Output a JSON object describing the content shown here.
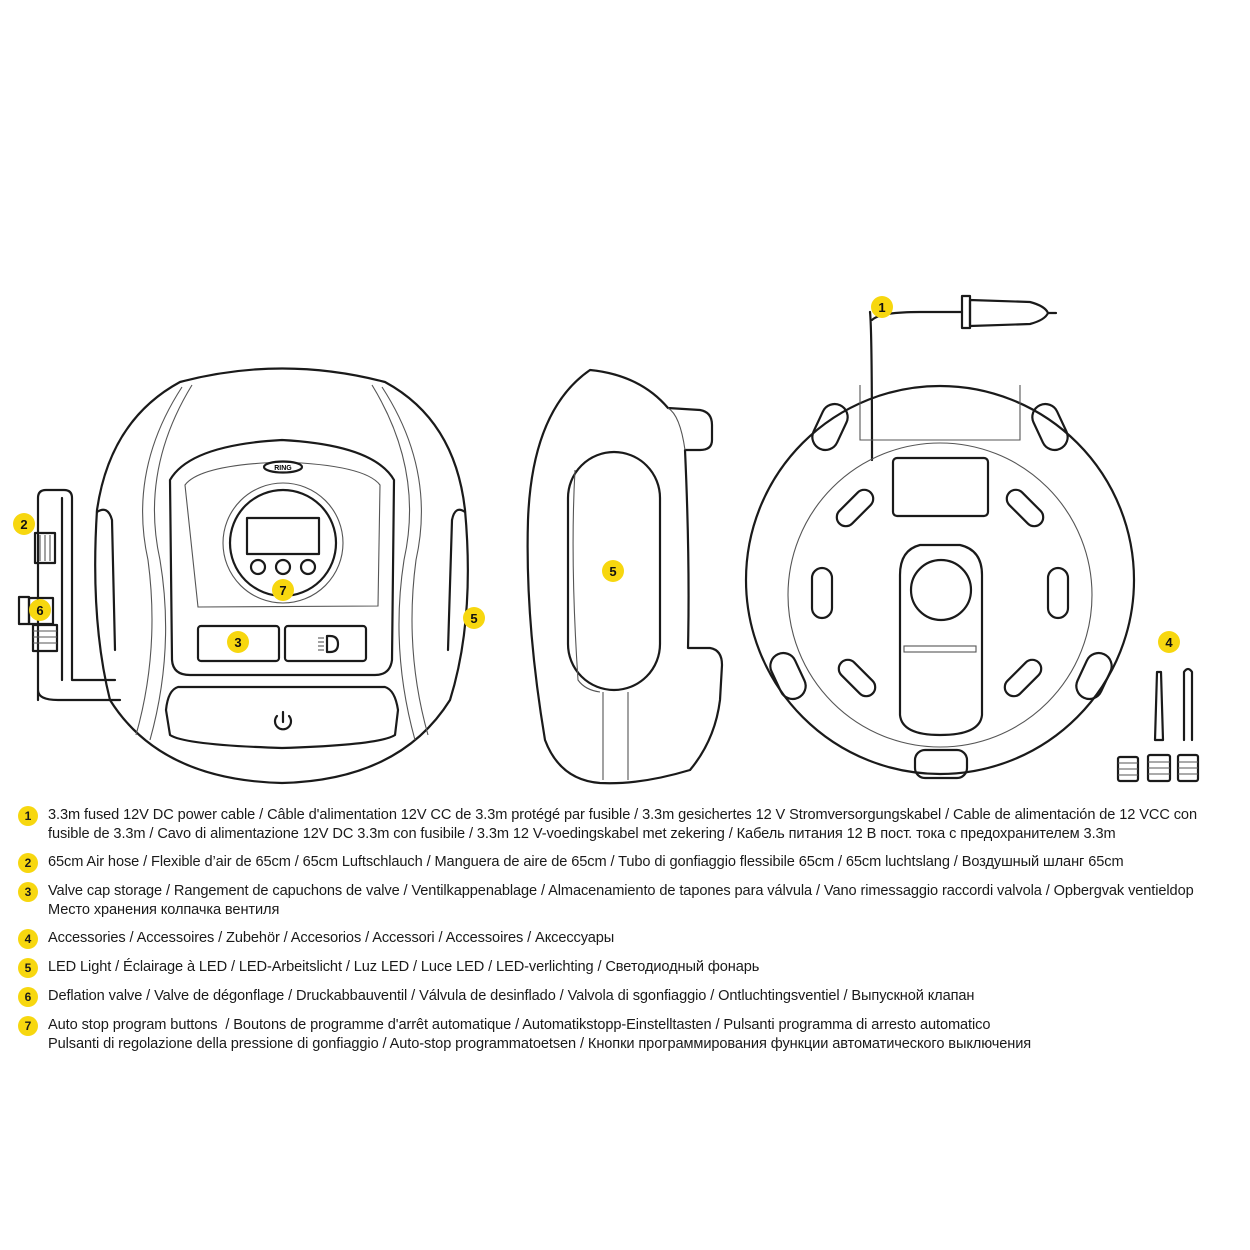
{
  "colors": {
    "badge": "#f7d70f",
    "line": "#1a1a1a"
  },
  "diagram": {
    "logo_text": "RING",
    "callouts": [
      "1",
      "2",
      "3",
      "4",
      "5",
      "6",
      "7"
    ],
    "icons": [
      "power-icon",
      "headlight-icon"
    ]
  },
  "legend": [
    {
      "num": "1",
      "lines": [
        "3.3m fused 12V DC power cable / Câble d'alimentation 12V CC de 3.3m protégé par fusible / 3.3m gesichertes 12 V Stromversorgungskabel / Cable de alimentación de 12 VCC con",
        "fusible de 3.3m / Cavo di alimentazione 12V DC 3.3m con fusibile / 3.3m 12 V-voedingskabel met zekering / Кабель питания 12 В пост. тока с предохранителем 3.3m"
      ]
    },
    {
      "num": "2",
      "lines": [
        "65cm Air hose / Flexible d’air de 65cm / 65cm Luftschlauch / Manguera de aire de 65cm / Tubo di gonfiaggio flessibile 65cm / 65cm luchtslang / Воздушный шланг 65cm"
      ]
    },
    {
      "num": "3",
      "lines": [
        "Valve cap storage / Rangement de capuchons de valve / Ventilkappenablage / Almacenamiento de tapones para válvula / Vano rimessaggio raccordi valvola / Opbergvak ventieldop",
        "Место хранения колпачка вентиля"
      ]
    },
    {
      "num": "4",
      "lines": [
        "Accessories / Accessoires / Zubehör / Accesorios / Accessori / Accessoires / Аксессуары"
      ]
    },
    {
      "num": "5",
      "lines": [
        "LED Light / Éclairage à LED / LED-Arbeitslicht / Luz LED / Luce LED / LED-verlichting / Светодиодный фонарь"
      ]
    },
    {
      "num": "6",
      "lines": [
        "Deflation valve / Valve de dégonflage / Druckabbauventil / Válvula de desinflado / Valvola di sgonfiaggio / Ontluchtingsventiel / Выпускной клапан"
      ]
    },
    {
      "num": "7",
      "lines": [
        "Auto stop program buttons  / Boutons de programme d'arrêt automatique / Automatikstopp-Einstelltasten / Pulsanti programma di arresto automatico",
        "Pulsanti di regolazione della pressione di gonfiaggio / Auto-stop programmatoetsen / Кнопки программирования функции автоматического выключения"
      ]
    }
  ]
}
